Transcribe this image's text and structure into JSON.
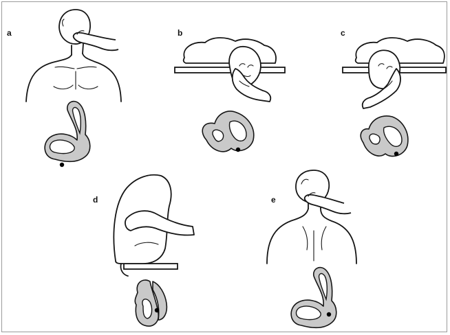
{
  "figure": {
    "panels": [
      {
        "id": "a",
        "label": "a"
      },
      {
        "id": "b",
        "label": "b"
      },
      {
        "id": "c",
        "label": "c"
      },
      {
        "id": "d",
        "label": "d"
      },
      {
        "id": "e",
        "label": "e"
      }
    ],
    "colors": {
      "line": "#151515",
      "canal_fill": "#c9c9c9",
      "otoconia_dot": "#000000",
      "frame": "#9a9a9a"
    }
  }
}
